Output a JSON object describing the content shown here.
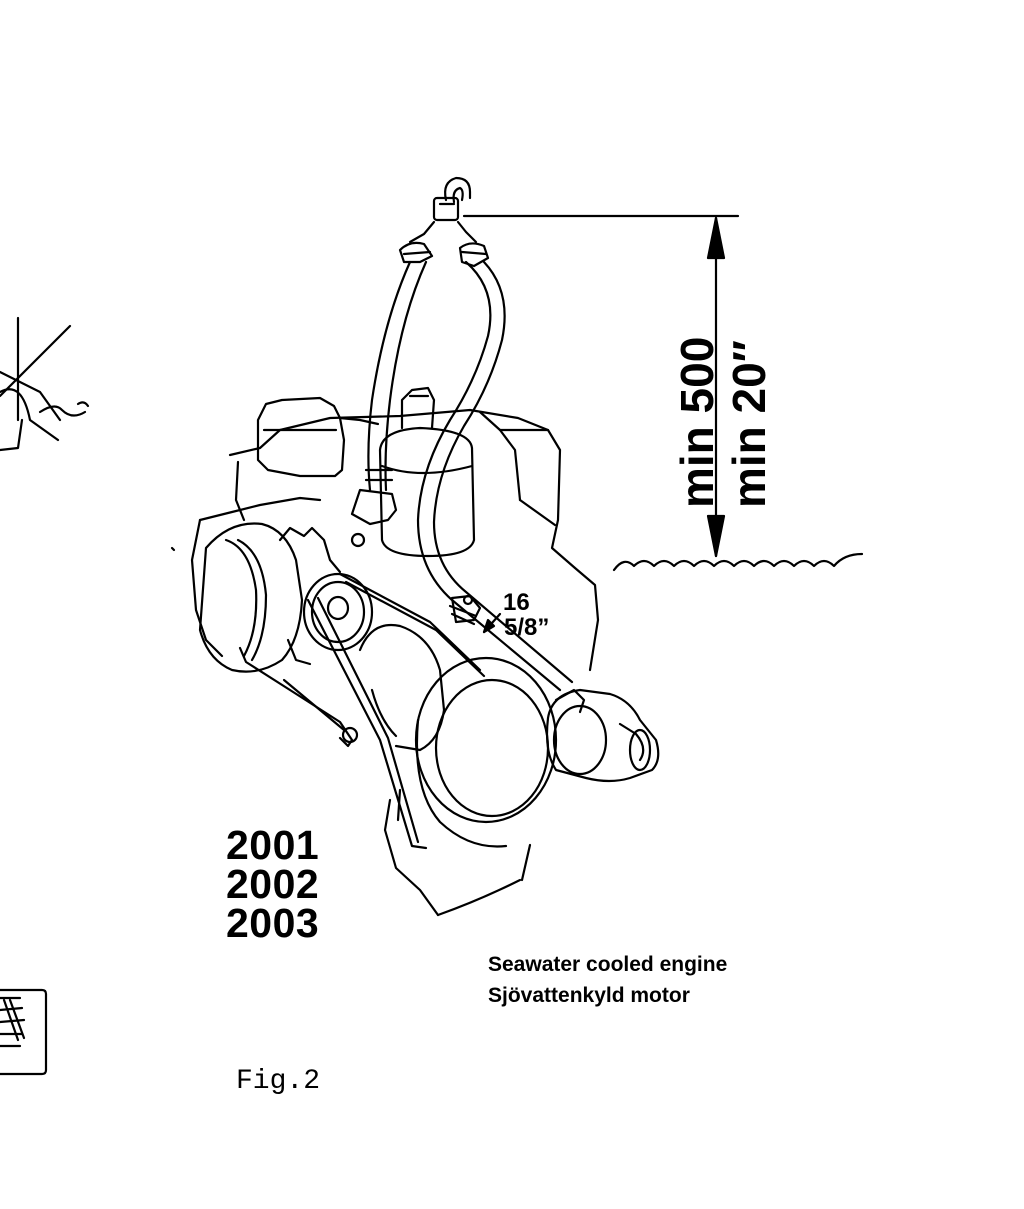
{
  "dimension": {
    "metric": "min 500",
    "imperial": "min 20″"
  },
  "bolt_size": {
    "metric": "16",
    "imperial": "5/8”"
  },
  "models": [
    "2001",
    "2002",
    "2003"
  ],
  "caption": {
    "english": "Seawater cooled engine",
    "swedish": "Sjövattenkyld motor"
  },
  "figure_label": "Fig.2"
}
